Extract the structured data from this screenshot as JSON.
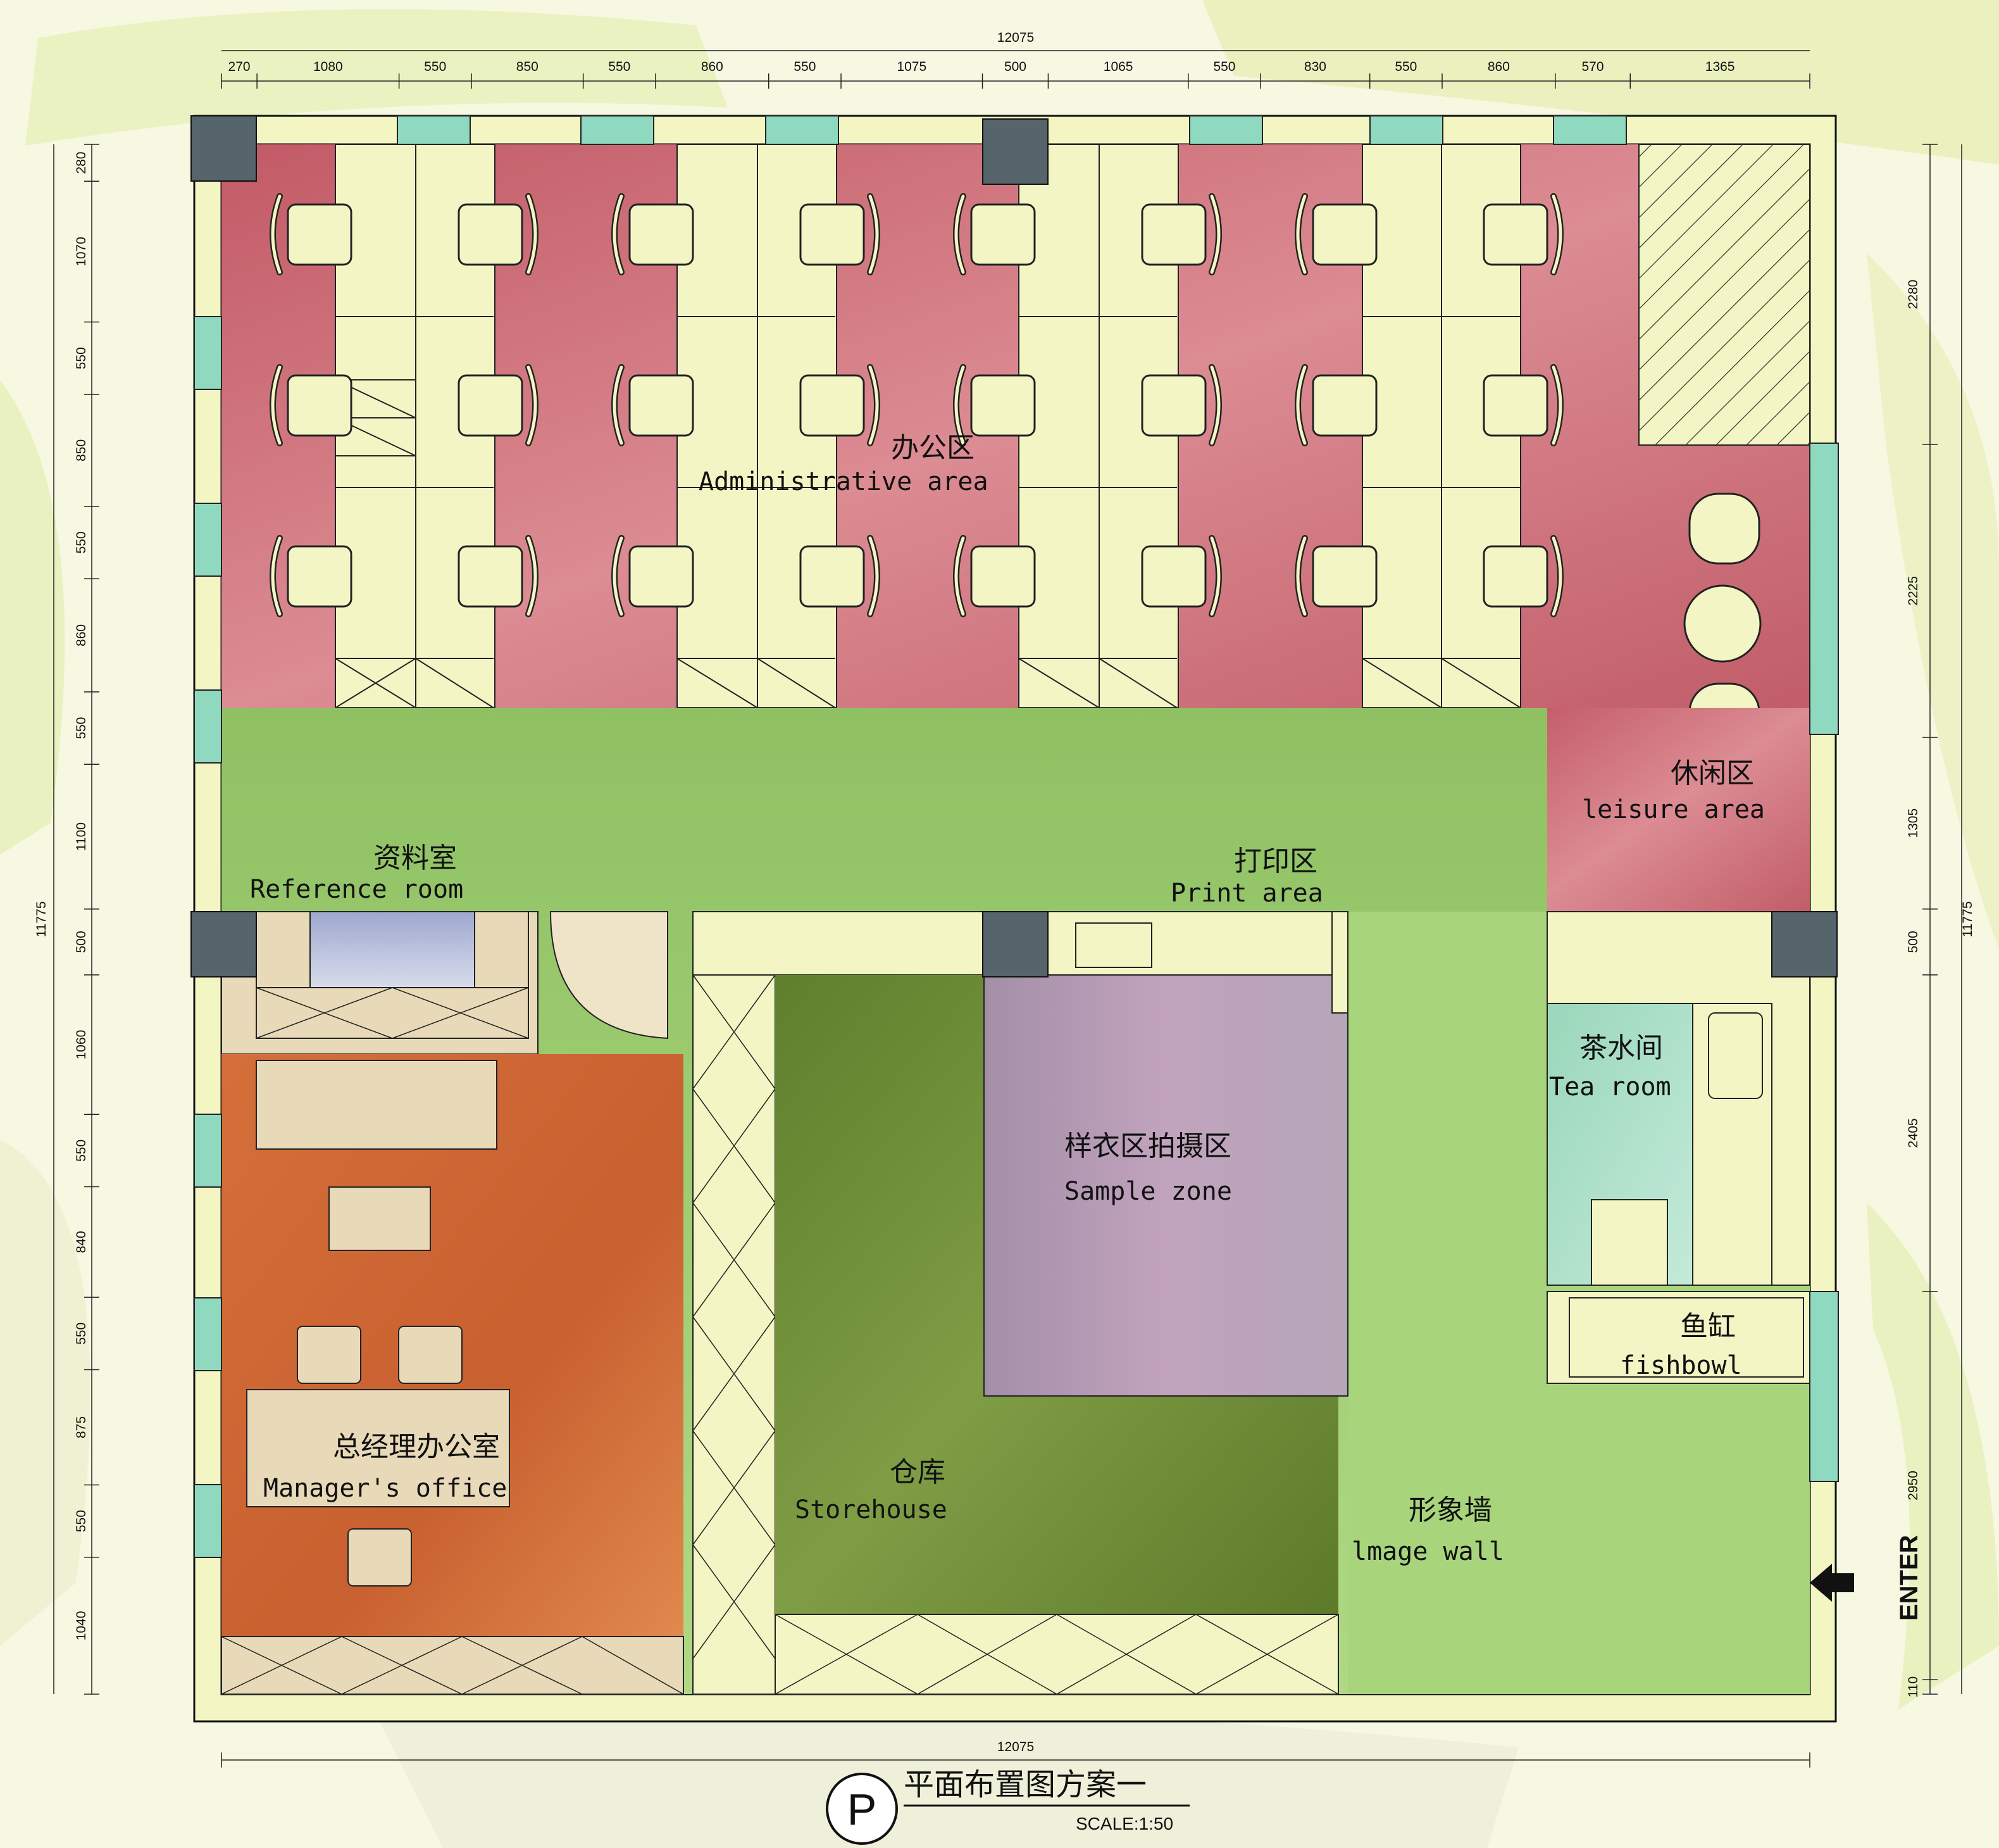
{
  "plan": {
    "title": "平面布置图方案一",
    "badge": "P",
    "scale": "SCALE:1:50",
    "enter": "ENTER"
  },
  "rooms": [
    {
      "key": "admin",
      "zh": "办公区",
      "en": "Administrative area"
    },
    {
      "key": "leisure",
      "zh": "休闲区",
      "en": "leisure area"
    },
    {
      "key": "reference",
      "zh": "资料室",
      "en": "Reference room"
    },
    {
      "key": "print",
      "zh": "打印区",
      "en": "Print area"
    },
    {
      "key": "tea",
      "zh": "茶水间",
      "en": "Tea room"
    },
    {
      "key": "sample",
      "zh": "样衣区拍摄区",
      "en": "Sample zone"
    },
    {
      "key": "fishbowl",
      "zh": "鱼缸",
      "en": "fishbowl"
    },
    {
      "key": "manager",
      "zh": "总经理办公室",
      "en": "Manager's office"
    },
    {
      "key": "storehouse",
      "zh": "仓库",
      "en": "Storehouse"
    },
    {
      "key": "imagewall",
      "zh": "形象墙",
      "en": "lmage wall"
    }
  ],
  "dimensions": {
    "top_total": "12075",
    "top": [
      "270",
      "1080",
      "550",
      "850",
      "550",
      "860",
      "550",
      "1075",
      "500",
      "1065",
      "550",
      "830",
      "550",
      "860",
      "570",
      "1365"
    ],
    "bottom_total": "12075",
    "left_total": "11775",
    "left": [
      "280",
      "1070",
      "550",
      "850",
      "550",
      "860",
      "550",
      "1100",
      "500",
      "1060",
      "550",
      "840",
      "550",
      "875",
      "550",
      "1040"
    ],
    "right_total": "11775",
    "right": [
      "2280",
      "2225",
      "1305",
      "500",
      "2405",
      "2950",
      "110"
    ]
  },
  "colors": {
    "wall": "#f3f6c3",
    "office_red": "#c9626c",
    "corridor_green": "#9cca6a",
    "manager_orange": "#d9773f",
    "storehouse_green": "#6f8f3a",
    "sample_purple": "#b29bb4",
    "tea_teal": "#a9dcc6",
    "column": "#56646c",
    "window": "#8fd9c0",
    "furniture": "#f4f4c8",
    "beige": "#e8d9b8"
  }
}
